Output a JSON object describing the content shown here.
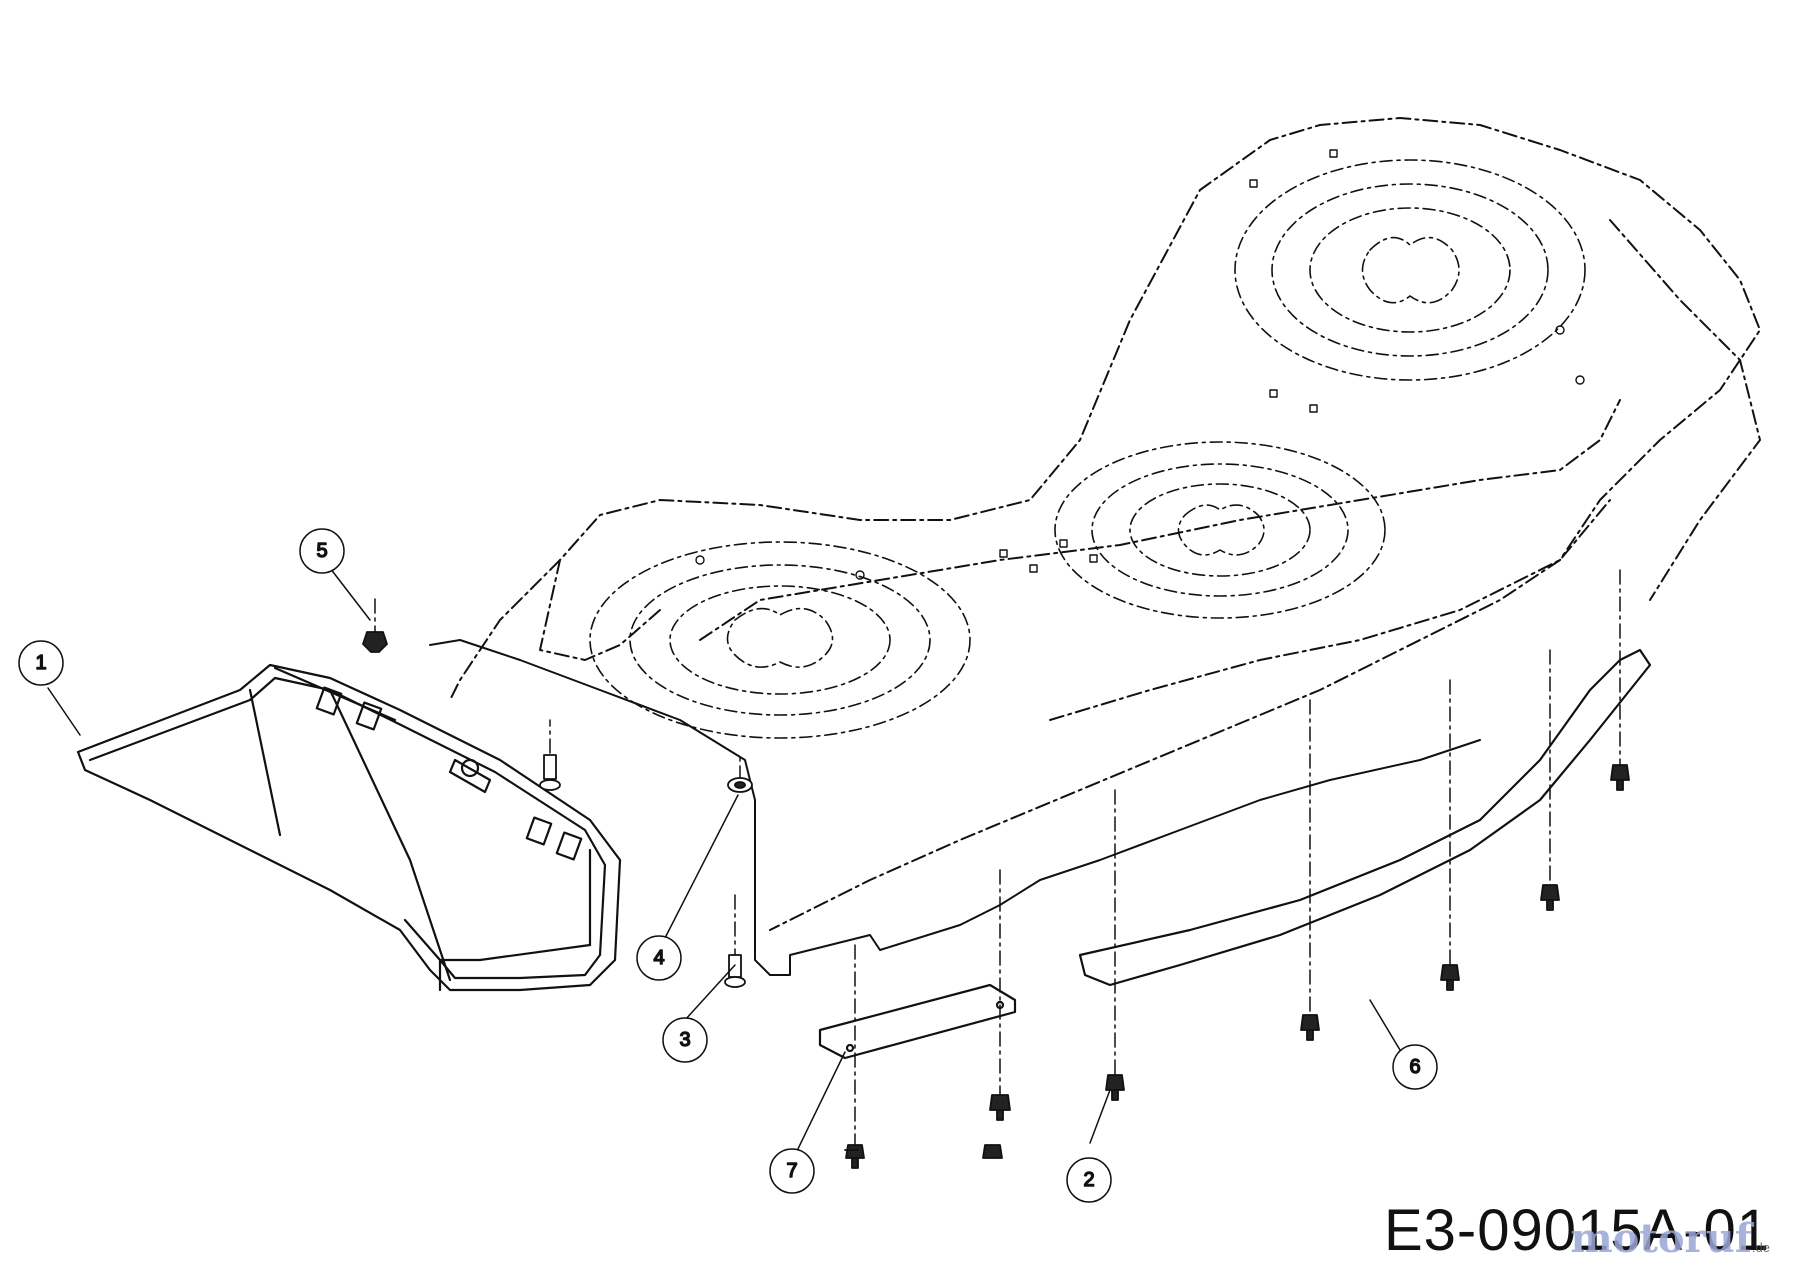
{
  "diagram": {
    "drawing_code": "E3-09015A-01",
    "watermark": {
      "text": "motoruf",
      "suffix": ".de"
    },
    "callouts": [
      {
        "id": "1",
        "label": "1"
      },
      {
        "id": "2",
        "label": "2"
      },
      {
        "id": "3",
        "label": "3"
      },
      {
        "id": "4",
        "label": "4"
      },
      {
        "id": "5",
        "label": "5"
      },
      {
        "id": "6",
        "label": "6"
      },
      {
        "id": "7",
        "label": "7"
      }
    ]
  }
}
